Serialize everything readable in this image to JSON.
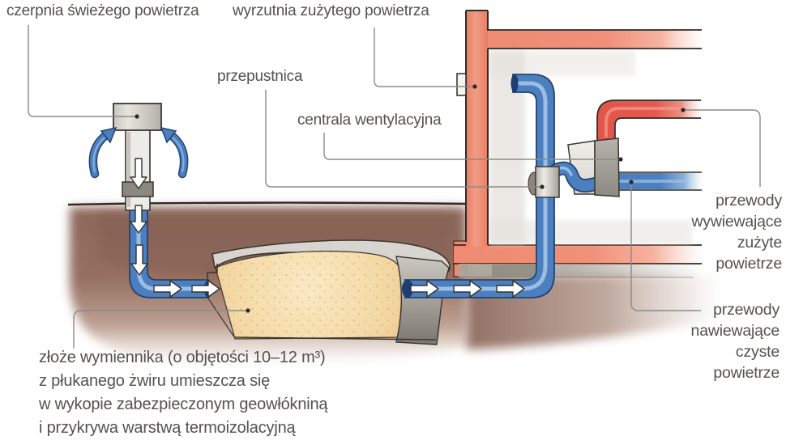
{
  "diagram": {
    "title_context": "ground heat exchanger ventilation scheme",
    "labels": {
      "fresh_air_intake": "czerpnia świeżego powietrza",
      "exhaust_air_outlet": "wyrzutnia zużytego powietrza",
      "damper": "przepustnica",
      "ventilation_unit": "centrala wentylacyjna",
      "exhaust_ducts": "przewody wywiewające zużyte powietrze",
      "supply_ducts": "przewody nawiewające czyste powietrze",
      "exchanger_bed_note": "złoże wymiennika (o objętości 10–12 m³)\nz płukanego żwiru umieszcza się\nw wykopie zabezpieczonym geowłókniną\ni przykrywa warstwą termoizolacyjną"
    },
    "icons": {
      "flow_arrow_down": "white-down-arrow",
      "flow_arrow_right": "white-right-arrow",
      "intake_swirl_arrows": "blue-curved-arrows"
    },
    "colors": {
      "fresh_air_pipe": "#4c7fbf",
      "exhaust_duct_red": "#e1564b",
      "building_wall_salmon": "#f0907a",
      "earth_brown": "#8d695c",
      "gravel_beige": "#f4d9a5",
      "concrete_gray": "#a9a59e",
      "label_text": "#55524d",
      "leader_line": "#8d8a86"
    }
  }
}
